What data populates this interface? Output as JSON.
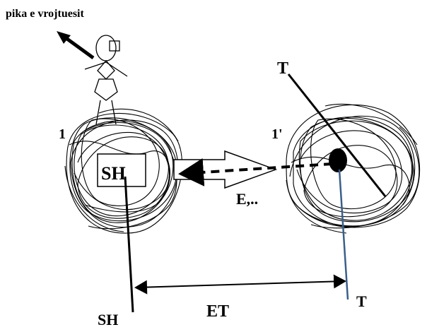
{
  "labels": {
    "observer_point": "pika e vrojtuesit",
    "left_cloud_marker": "1",
    "right_cloud_marker": "1'",
    "left_box": "SH",
    "left_axis_bottom": "SH",
    "right_axis_top": "T",
    "right_axis_bottom": "T",
    "arrow_label": "E,..",
    "distance_label": "ET"
  },
  "colors": {
    "ink": "#000000",
    "right_axis_line": "#3a5f8a"
  },
  "icons": [
    "observer-figure-icon",
    "camera-icon",
    "direction-arrow-icon"
  ]
}
